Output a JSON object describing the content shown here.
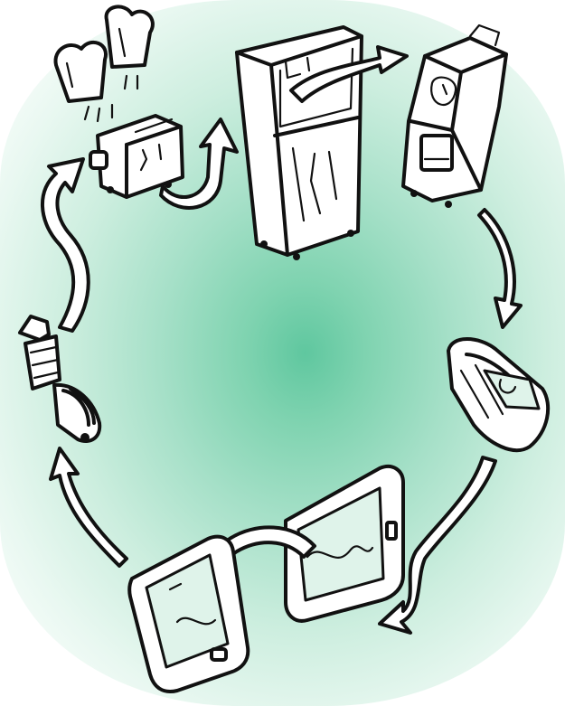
{
  "colors": {
    "background_center": "#5fc79f",
    "background_edge": "#ffffff",
    "ink": "#111111",
    "fill": "#ffffff"
  },
  "illustration": {
    "devices": [
      {
        "name": "toaster",
        "icon": "toaster-icon"
      },
      {
        "name": "refrigerator",
        "icon": "refrigerator-icon"
      },
      {
        "name": "coffee-maker",
        "icon": "coffee-maker-icon"
      },
      {
        "name": "smartwatch",
        "icon": "smartwatch-icon"
      },
      {
        "name": "tablet",
        "icon": "tablet-icon"
      },
      {
        "name": "smartphone",
        "icon": "smartphone-icon"
      },
      {
        "name": "light-bulb",
        "icon": "light-bulb-icon"
      }
    ],
    "connections": [
      {
        "from": "toaster",
        "to": "refrigerator"
      },
      {
        "from": "refrigerator",
        "to": "coffee-maker"
      },
      {
        "from": "coffee-maker",
        "to": "smartwatch"
      },
      {
        "from": "smartwatch",
        "to": "tablet"
      },
      {
        "from": "tablet",
        "to": "smartphone"
      },
      {
        "from": "smartphone",
        "to": "light-bulb"
      },
      {
        "from": "light-bulb",
        "to": "toaster"
      }
    ]
  }
}
